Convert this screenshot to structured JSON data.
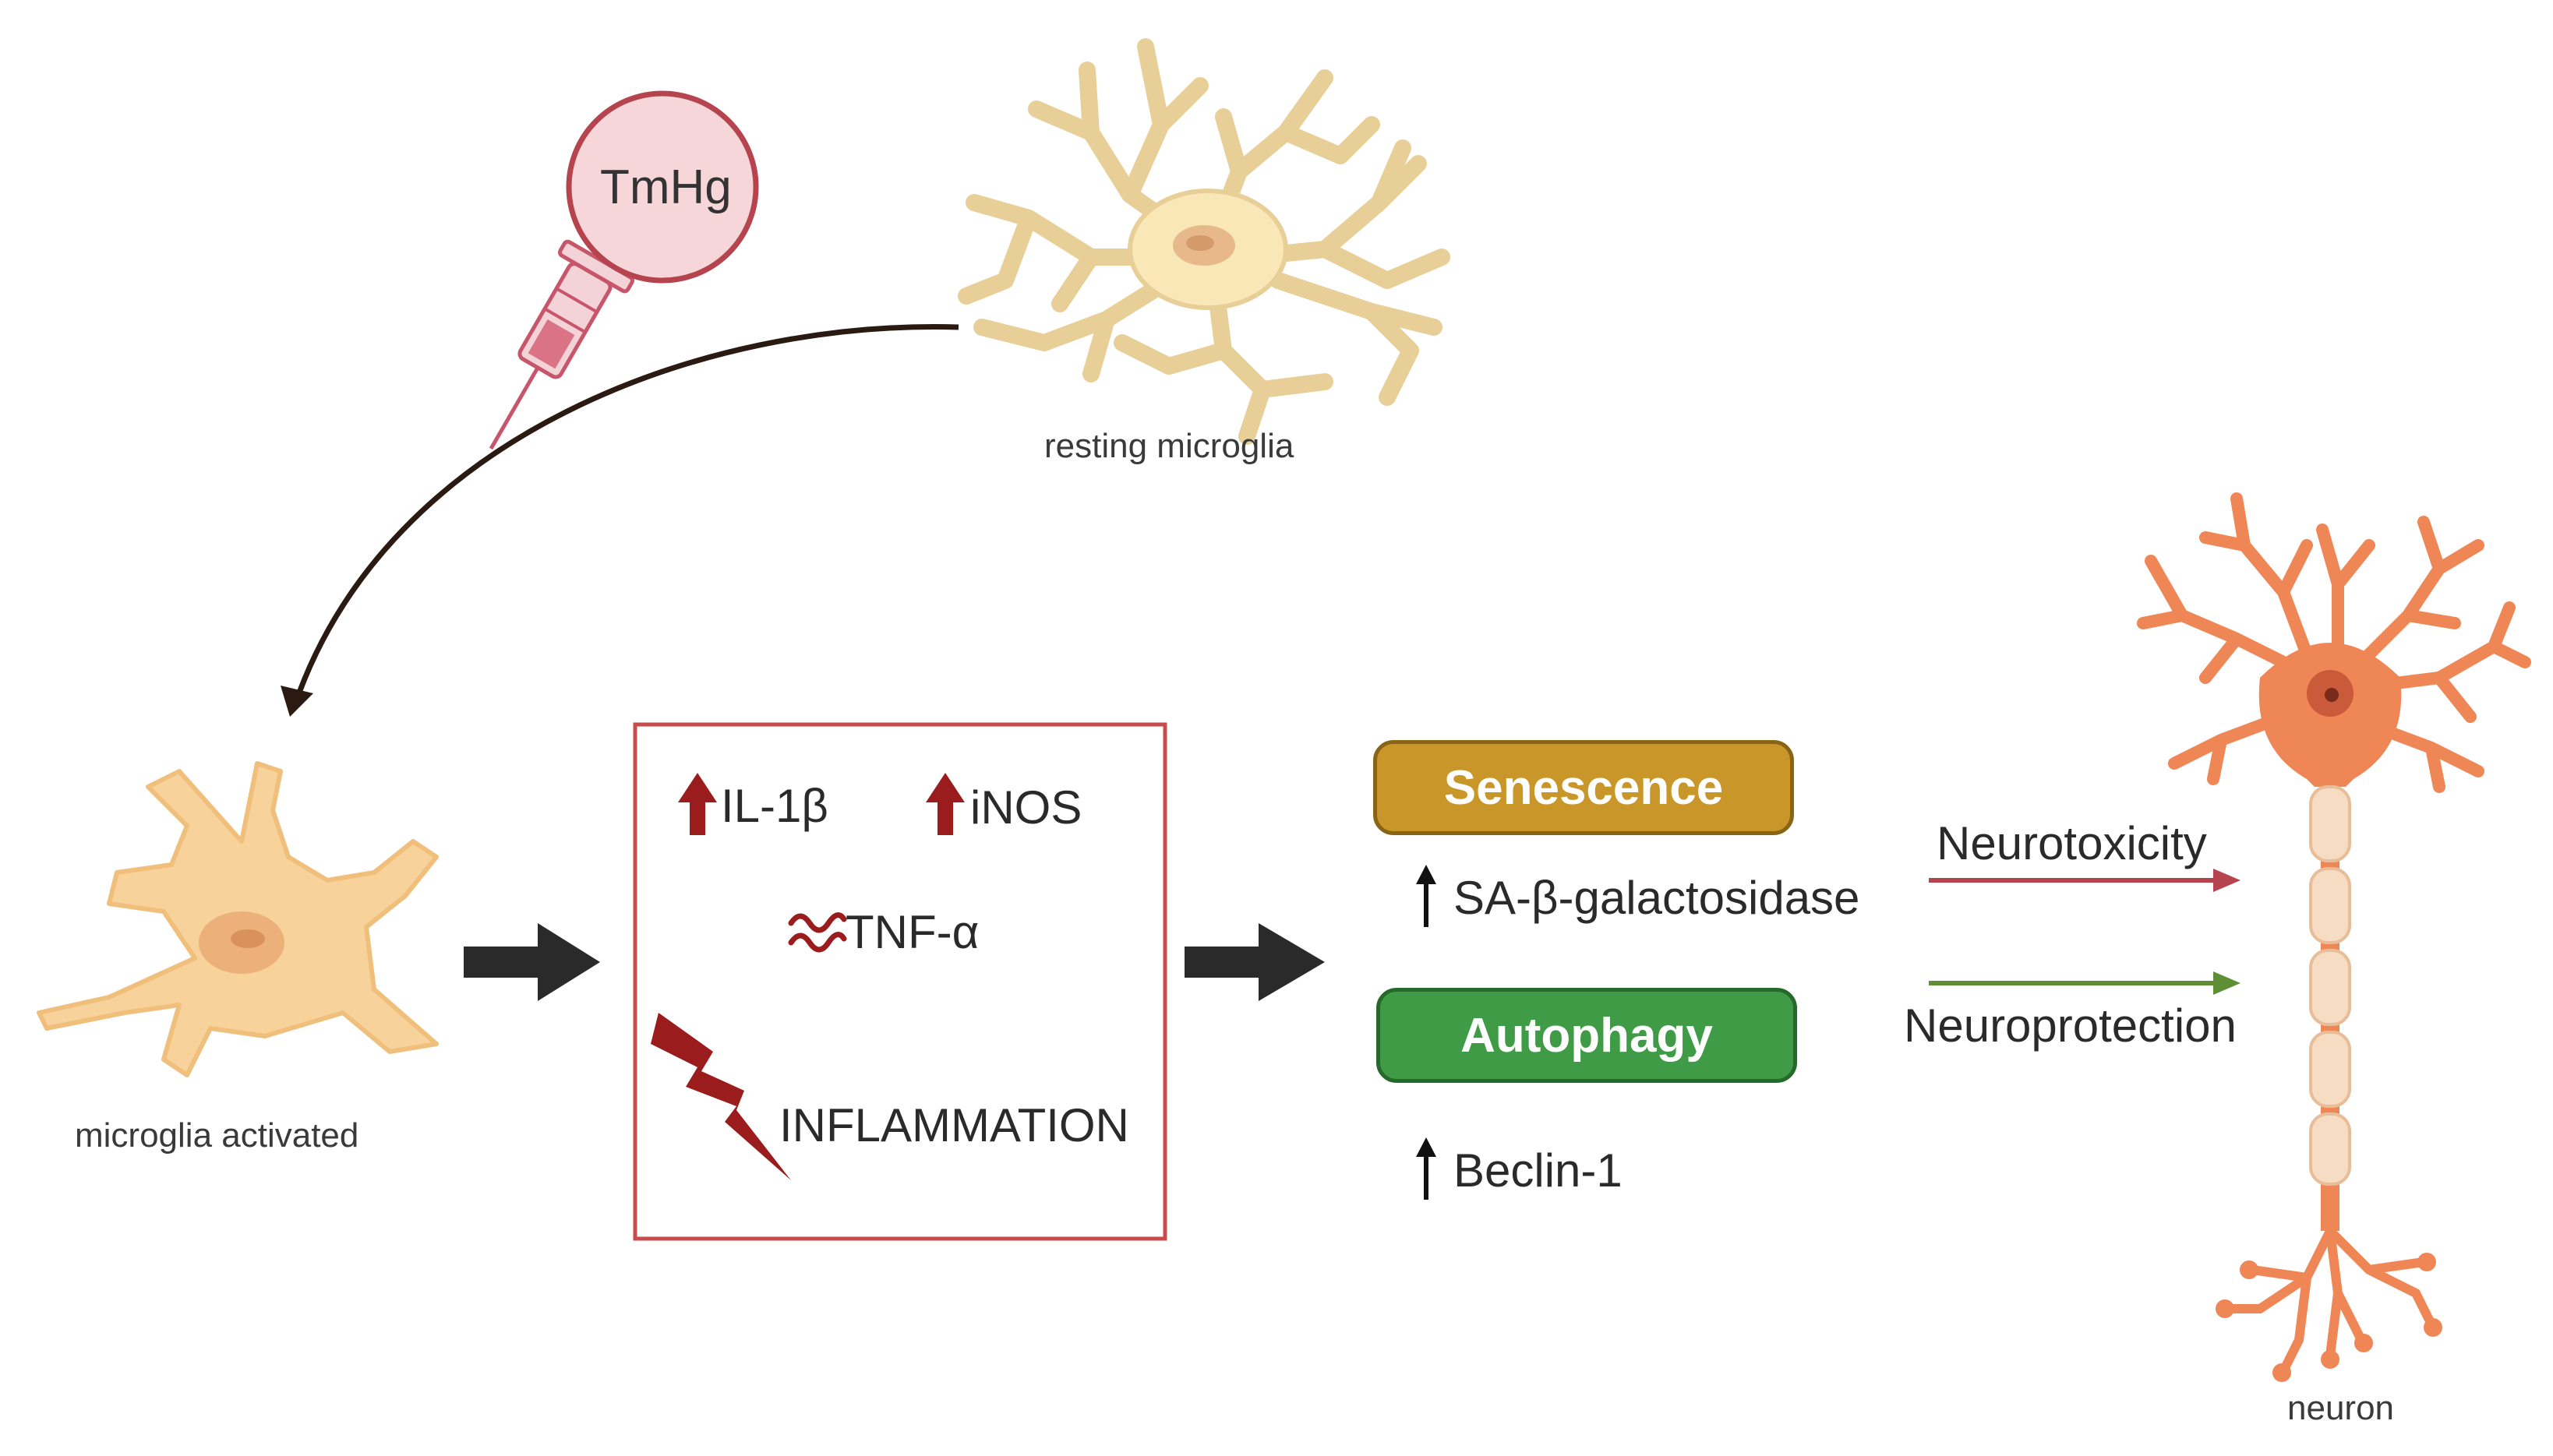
{
  "injection": {
    "label": "TmHg",
    "icon": "syringe-icon"
  },
  "cells": {
    "resting": "resting microglia",
    "activated": "microglia activated",
    "neuron": "neuron"
  },
  "markers": {
    "il1b": "IL-1β",
    "inos": "iNOS",
    "tnfa": "TNF-α",
    "inflammation": "INFLAMMATION"
  },
  "pathways": {
    "senescence": "Senescence",
    "sa_beta_gal": "SA-β-galactosidase",
    "autophagy": "Autophagy",
    "beclin": "Beclin-1"
  },
  "outcomes": {
    "neurotoxicity": "Neurotoxicity",
    "neuroprotection": "Neuroprotection"
  },
  "colors": {
    "microglia": "#f9d9a8",
    "neuron": "#ef8656",
    "box_border": "#c94b4b",
    "up_arrow_red": "#9b1c1c",
    "senescence": "#c9962a",
    "autophagy": "#3f9b45",
    "neurotoxicity_arrow": "#b5444f",
    "neuroprotection_arrow": "#5e8f35"
  }
}
